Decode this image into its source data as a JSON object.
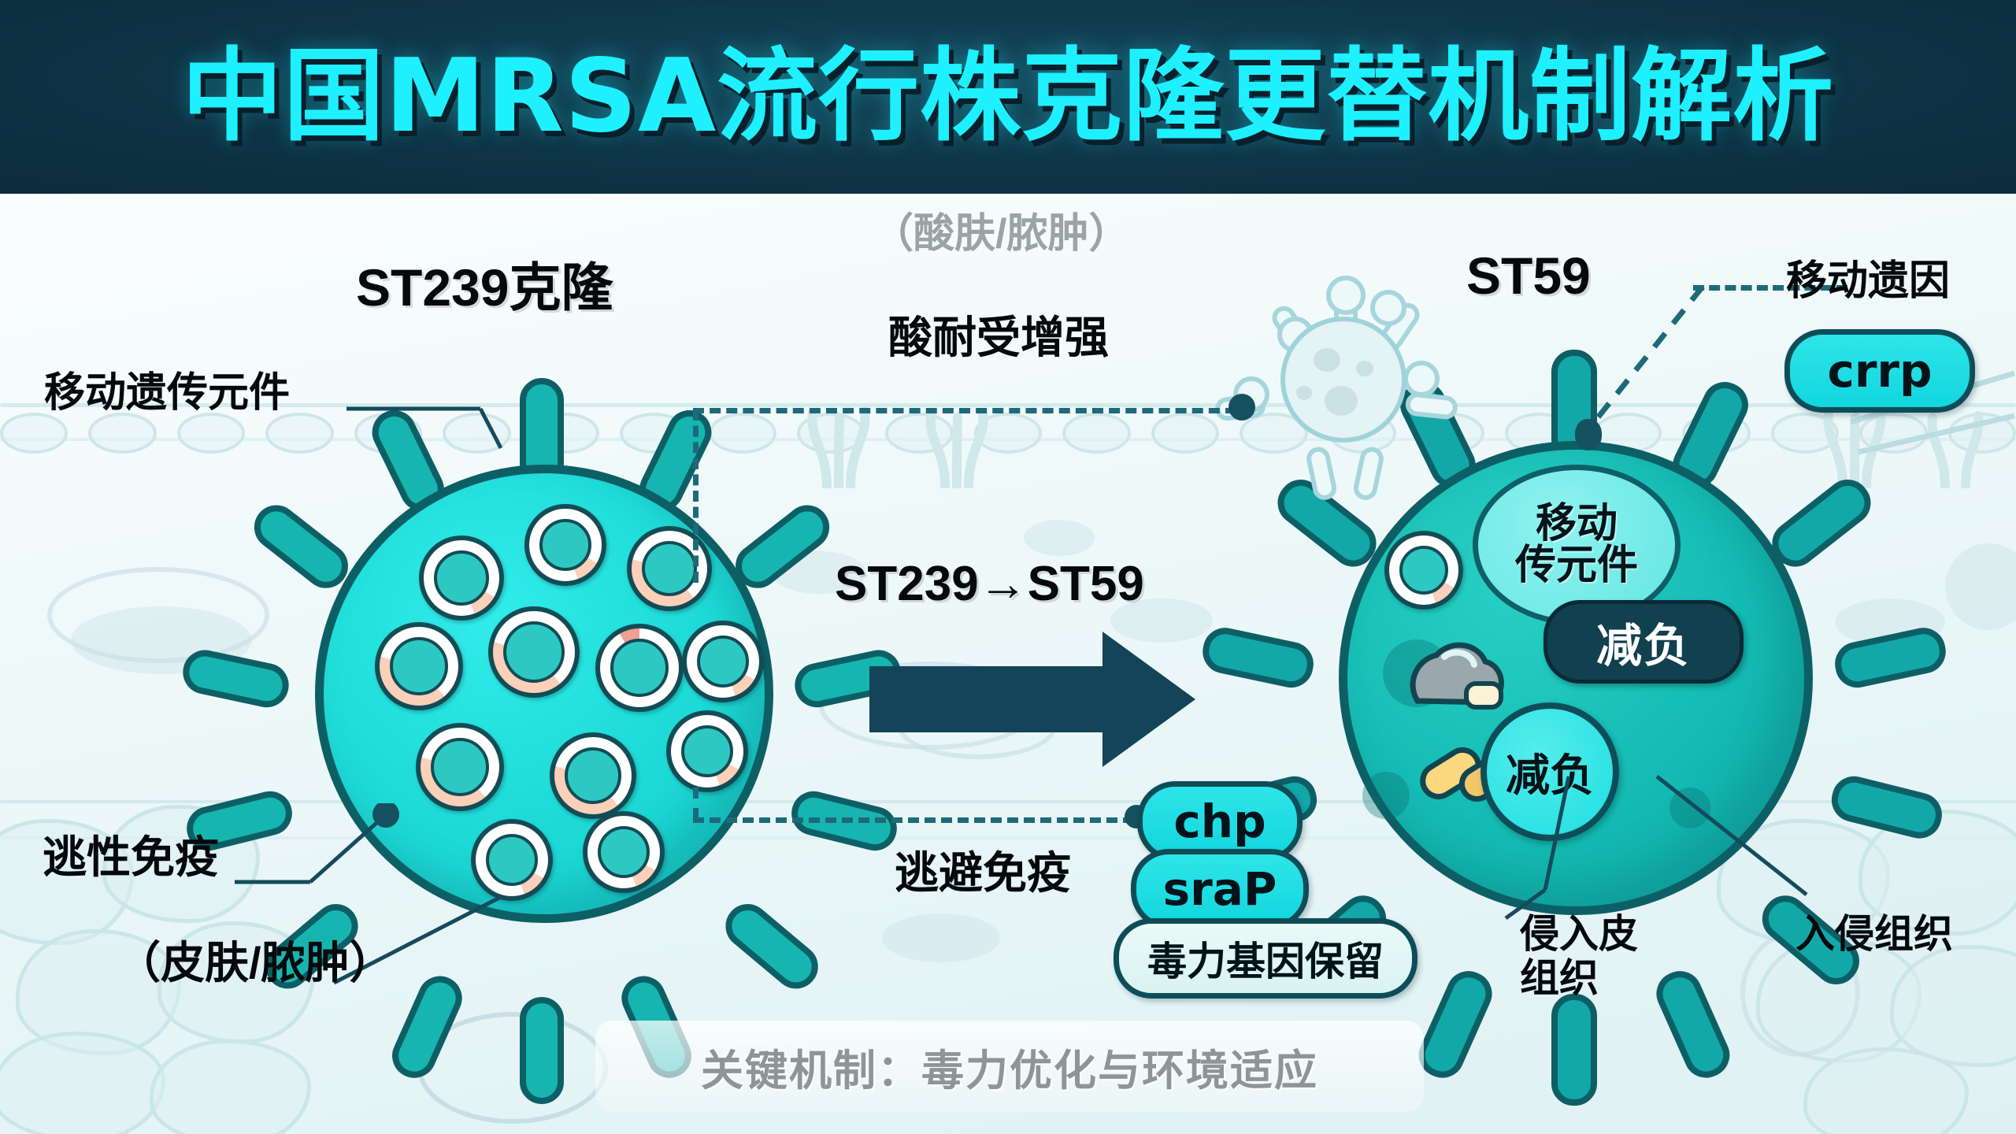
{
  "title": "中国MRSA流行株克隆更替机制解析",
  "theme": {
    "title_bg": "#0e3546",
    "title_text": "#1ff0ff",
    "cell_left": "#1fdcd8",
    "cell_right": "#15bdb4",
    "cell_outline": "#0d5f66",
    "arrow": "#134459",
    "pill_cyan": "#12d7dd",
    "pill_dark": "#11404f",
    "caption_text": "#8d9597",
    "plasmid_accent": "#fbd0b8"
  },
  "left": {
    "heading": "ST239克隆",
    "mobile_elements_label": "移动遗传元件",
    "immune_label": "逃性免疫",
    "immune_sub": "（皮肤/脓肿）"
  },
  "center": {
    "subtitle_paren": "（酸肤/脓肿）",
    "acid_label": "酸耐受增强",
    "transition": "ST239→ST59",
    "escape_label": "逃避免疫",
    "genes": [
      {
        "name": "chp",
        "style": "cyan"
      },
      {
        "name": "sraP",
        "style": "cyan"
      },
      {
        "name": "毒力基因保留",
        "style": "pale"
      }
    ]
  },
  "right": {
    "heading": "ST59",
    "mobile_gene_label": "移动遗因",
    "crrp_pill": "crrp",
    "inner_oval": "移动\n传元件",
    "badge_dark": "减负",
    "badge_circle": "减负",
    "invade_skin": "侵入皮\n组织",
    "invade_tissue": "入侵组织"
  },
  "footer": {
    "caption": "关键机制：毒力优化与环境适应"
  }
}
